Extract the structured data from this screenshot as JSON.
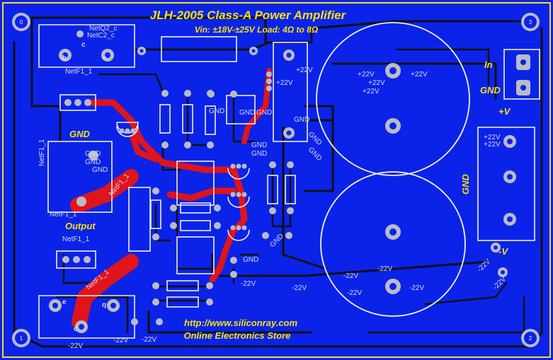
{
  "board": {
    "title": "JLH-2005 Class-A Power Amplifier",
    "specs": "Vin: ±18V-±25V   Load: 4Ω to 8Ω",
    "url": "http://www.siliconray.com",
    "store": "Online Electronics Store",
    "colors": {
      "substrate": "#0b23e8",
      "copper_trace": "#111111",
      "top_trace": "#e0141b",
      "silkscreen": "#f0f0f0",
      "pad": "#b9bcc6",
      "title_text": "#f5e20a"
    }
  },
  "mount_holes": [
    "0",
    "3",
    "1",
    "2"
  ],
  "labels": {
    "gnd_left": "GND",
    "output": "Output",
    "in": "In",
    "gnd_right": "GND",
    "plus_v": "+V",
    "gnd_vertical": "GND",
    "minus_v": "-V"
  },
  "net_labels": {
    "netq2c": "NetQ2_c",
    "netc2c": "NetC2_c",
    "b": "b",
    "c": "c",
    "e": "e",
    "netf1a": "NetF1_1",
    "netf1b": "NetF1_1",
    "netf1c": "NetF1_1",
    "netf1d": "NetF1_1",
    "netf1e": "NetF1_1",
    "netf1f": "NetF1_1",
    "e2": "e",
    "q": "q",
    "c2": "c"
  },
  "supply_labels": {
    "p22": "+22V",
    "m22": "-22V",
    "gnd": "GND"
  }
}
